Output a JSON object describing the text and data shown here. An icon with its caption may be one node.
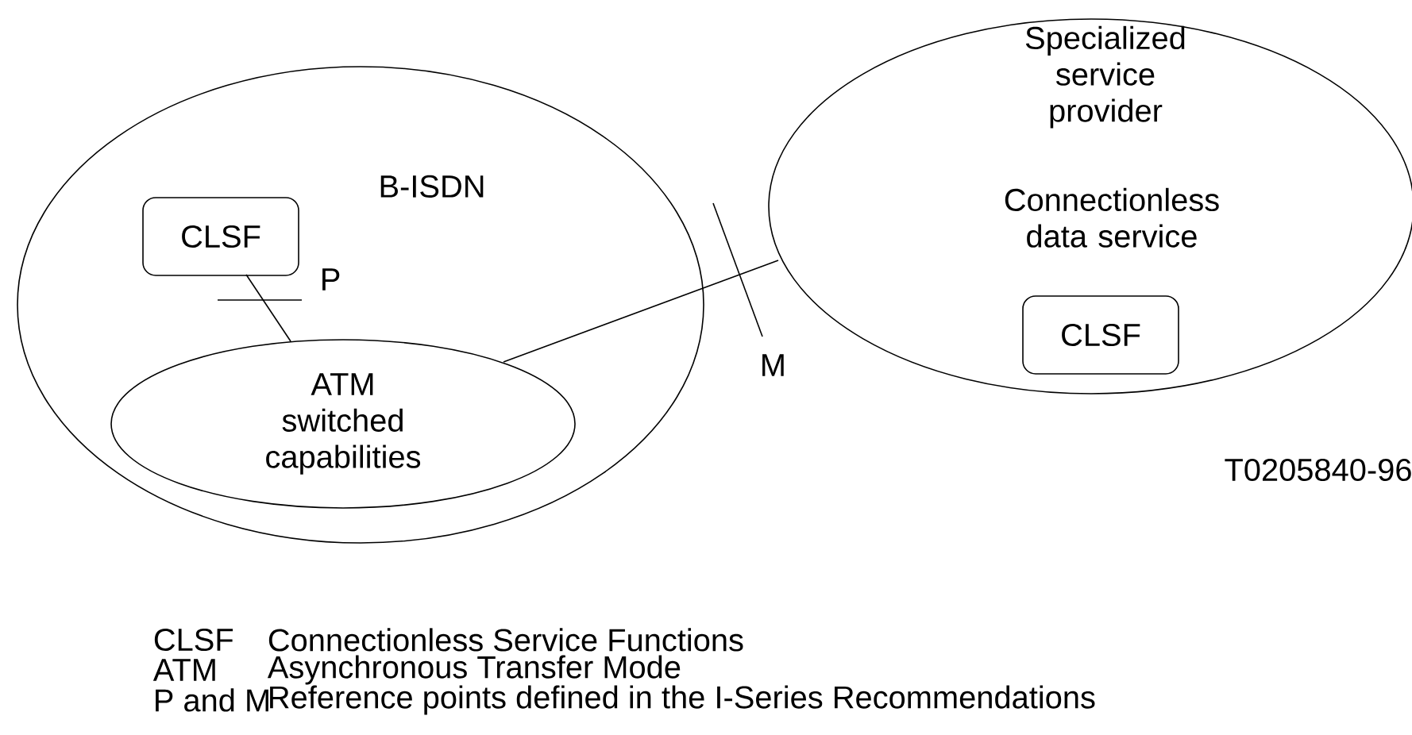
{
  "diagram": {
    "nodes": [
      {
        "text": [
          "B-ISDN"
        ]
      },
      {
        "text": [
          "CLSF"
        ],
        "in": 0
      },
      {
        "text": [
          "ATM switched capabilities"
        ],
        "in": 0
      },
      {
        "text": [
          "Specialized service provider",
          "Connectionless data service"
        ]
      },
      {
        "text": [
          "CLSF"
        ],
        "in": 3
      }
    ],
    "edges": [
      {
        "from": 1,
        "to": 2,
        "arrow": "none"
      },
      {
        "from": 2,
        "to": 3,
        "arrow": "none"
      }
    ],
    "labels": [
      "P",
      "M",
      "T0205840-96",
      "CLSF",
      "Connectionless Service Functions",
      "ATM",
      "Asynchronous Transfer Mode",
      "P and M",
      "Reference points defined in the I-Series Recommendations"
    ]
  }
}
